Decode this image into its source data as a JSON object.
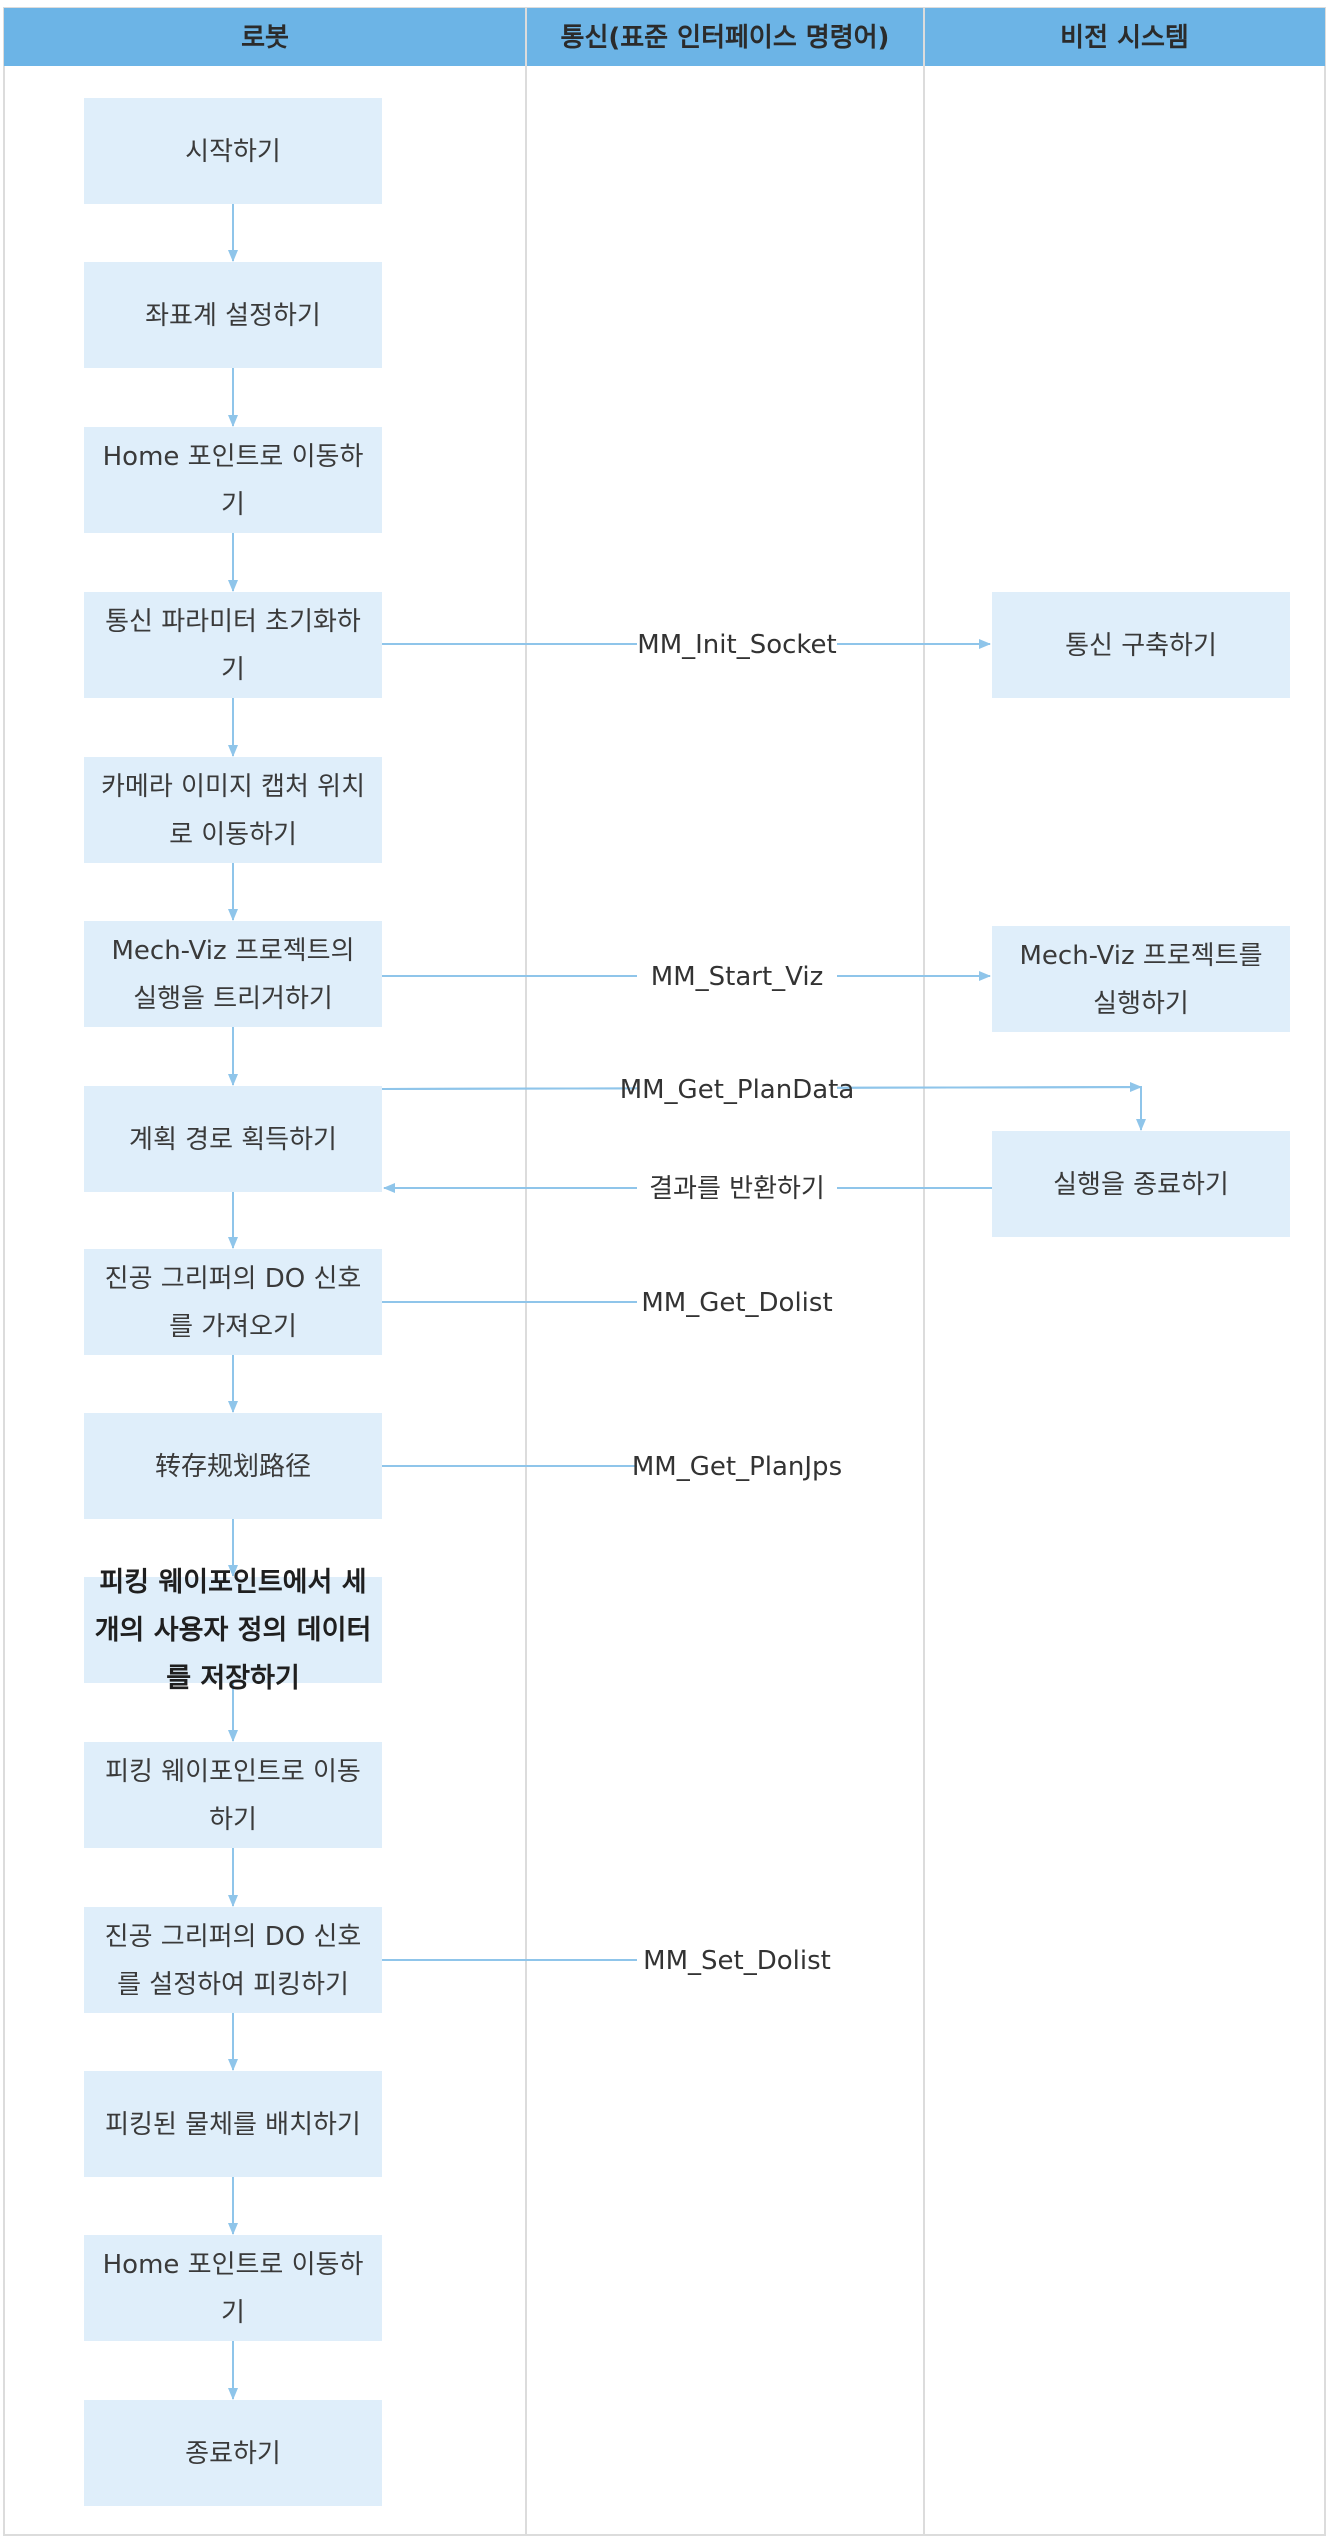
{
  "colors": {
    "header_bg": "#6cb4e6",
    "node_fill": "#dfeefa",
    "arrow": "#8fc5ea",
    "lane_border": "#dcdcdc"
  },
  "lanes": [
    "로봇",
    "통신(표준 인터페이스 명령어)",
    "비전 시스템"
  ],
  "robot_steps": [
    {
      "id": "r1",
      "lines": [
        "시작하기"
      ]
    },
    {
      "id": "r2",
      "lines": [
        "좌표계 설정하기"
      ]
    },
    {
      "id": "r3",
      "lines": [
        "Home 포인트로 이동하",
        "기"
      ]
    },
    {
      "id": "r4",
      "lines": [
        "통신 파라미터 초기화하",
        "기"
      ]
    },
    {
      "id": "r5",
      "lines": [
        "카메라 이미지 캡처 위치",
        "로 이동하기"
      ]
    },
    {
      "id": "r6",
      "lines": [
        "Mech-Viz 프로젝트의",
        "실행을 트리거하기"
      ]
    },
    {
      "id": "r7",
      "lines": [
        "계획 경로 획득하기"
      ]
    },
    {
      "id": "r8",
      "lines": [
        "진공 그리퍼의 DO 신호",
        "를 가져오기"
      ]
    },
    {
      "id": "r9",
      "lines": [
        "转存规划路径"
      ]
    },
    {
      "id": "r10",
      "lines": [
        "피킹 웨이포인트에서 세",
        "개의 사용자 정의 데이터",
        "를 저장하기"
      ],
      "bold": true
    },
    {
      "id": "r11",
      "lines": [
        "피킹 웨이포인트로 이동",
        "하기"
      ]
    },
    {
      "id": "r12",
      "lines": [
        "진공 그리퍼의 DO 신호",
        "를 설정하여 피킹하기"
      ]
    },
    {
      "id": "r13",
      "lines": [
        "피킹된 물체를 배치하기"
      ]
    },
    {
      "id": "r14",
      "lines": [
        "Home 포인트로 이동하",
        "기"
      ]
    },
    {
      "id": "r15",
      "lines": [
        "종료하기"
      ]
    }
  ],
  "vision_steps": [
    {
      "id": "v1",
      "lines": [
        "통신 구축하기"
      ]
    },
    {
      "id": "v2",
      "lines": [
        "Mech-Viz 프로젝트를",
        "실행하기"
      ]
    },
    {
      "id": "v3",
      "lines": [
        "실행을 종료하기"
      ]
    }
  ],
  "messages": [
    {
      "label": "MM_Init_Socket",
      "from": "r4",
      "to": "v1"
    },
    {
      "label": "MM_Start_Viz",
      "from": "r6",
      "to": "v2"
    },
    {
      "label": "MM_Get_PlanData",
      "from": "r7",
      "to": "v3"
    },
    {
      "label": "결과를 반환하기",
      "from": "v3",
      "to": "r7"
    },
    {
      "label": "MM_Get_Dolist",
      "from": "r8",
      "to": null
    },
    {
      "label": "MM_Get_PlanJps",
      "from": "r9",
      "to": null
    },
    {
      "label": "MM_Set_Dolist",
      "from": "r12",
      "to": null
    }
  ]
}
